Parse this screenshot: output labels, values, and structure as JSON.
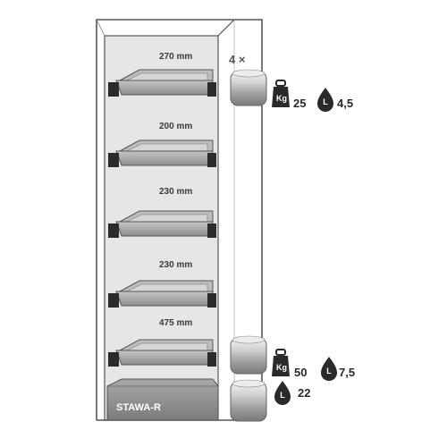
{
  "cabinet": {
    "model": "STAWA-R",
    "shelf_gaps": [
      "270 mm",
      "200 mm",
      "230 mm",
      "230 mm",
      "475 mm"
    ]
  },
  "drawer_spec": {
    "count": "4 ×",
    "weight_icon_label": "Kg",
    "weight": "25",
    "volume_icon_label": "L",
    "volume": "4,5"
  },
  "bottom_drawer_spec": {
    "weight_icon_label": "Kg",
    "weight": "50",
    "volume_icon_label": "L",
    "volume": "7,5"
  },
  "sump_spec": {
    "volume_icon_label": "L",
    "volume": "22"
  },
  "colors": {
    "interior": "#e4e4e4",
    "tray": "#8a8a8a",
    "tray_inner": "#b9b9b9",
    "bracket": "#2b2b2b",
    "icon": "#2a2a2a"
  },
  "icons": [
    "weight-icon",
    "drop-icon"
  ]
}
